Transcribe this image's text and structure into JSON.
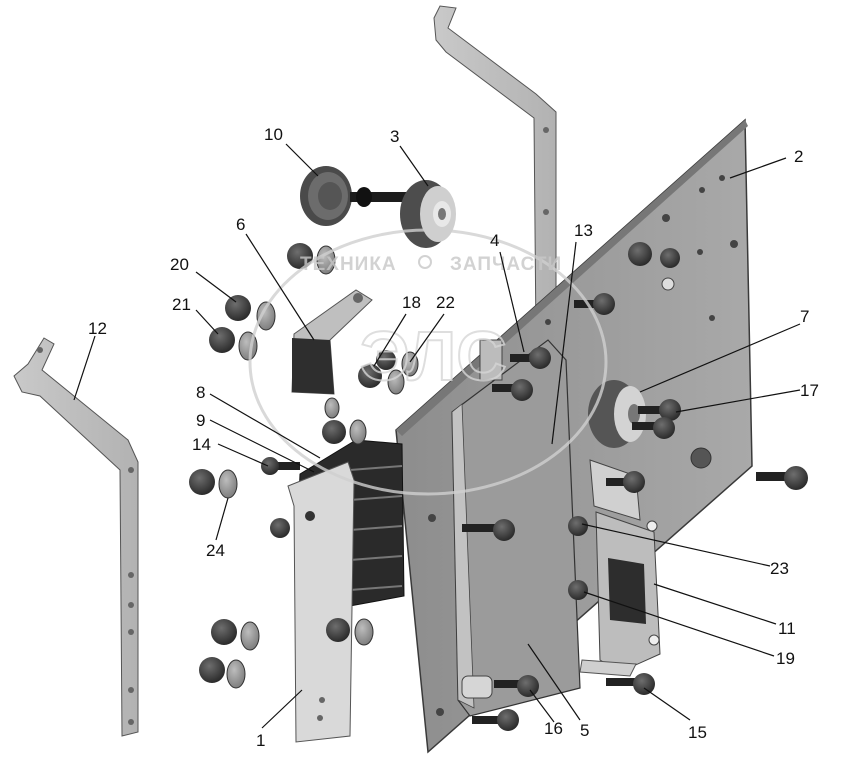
{
  "watermark": {
    "left_word": "ТЕХНИКА",
    "right_word": "ЗАПЧАСТИ",
    "center_mark": "ЭЛС"
  },
  "callouts": [
    {
      "id": "c1",
      "text": "1"
    },
    {
      "id": "c2",
      "text": "2"
    },
    {
      "id": "c3",
      "text": "3"
    },
    {
      "id": "c4",
      "text": "4"
    },
    {
      "id": "c5",
      "text": "5"
    },
    {
      "id": "c6",
      "text": "6"
    },
    {
      "id": "c7",
      "text": "7"
    },
    {
      "id": "c8",
      "text": "8"
    },
    {
      "id": "c9",
      "text": "9"
    },
    {
      "id": "c10",
      "text": "10"
    },
    {
      "id": "c11",
      "text": "11"
    },
    {
      "id": "c12",
      "text": "12"
    },
    {
      "id": "c13",
      "text": "13"
    },
    {
      "id": "c14",
      "text": "14"
    },
    {
      "id": "c15",
      "text": "15"
    },
    {
      "id": "c16",
      "text": "16"
    },
    {
      "id": "c17",
      "text": "17"
    },
    {
      "id": "c18",
      "text": "18"
    },
    {
      "id": "c19",
      "text": "19"
    },
    {
      "id": "c20",
      "text": "20"
    },
    {
      "id": "c21",
      "text": "21"
    },
    {
      "id": "c22",
      "text": "22"
    },
    {
      "id": "c23",
      "text": "23"
    },
    {
      "id": "c24",
      "text": "24"
    }
  ]
}
